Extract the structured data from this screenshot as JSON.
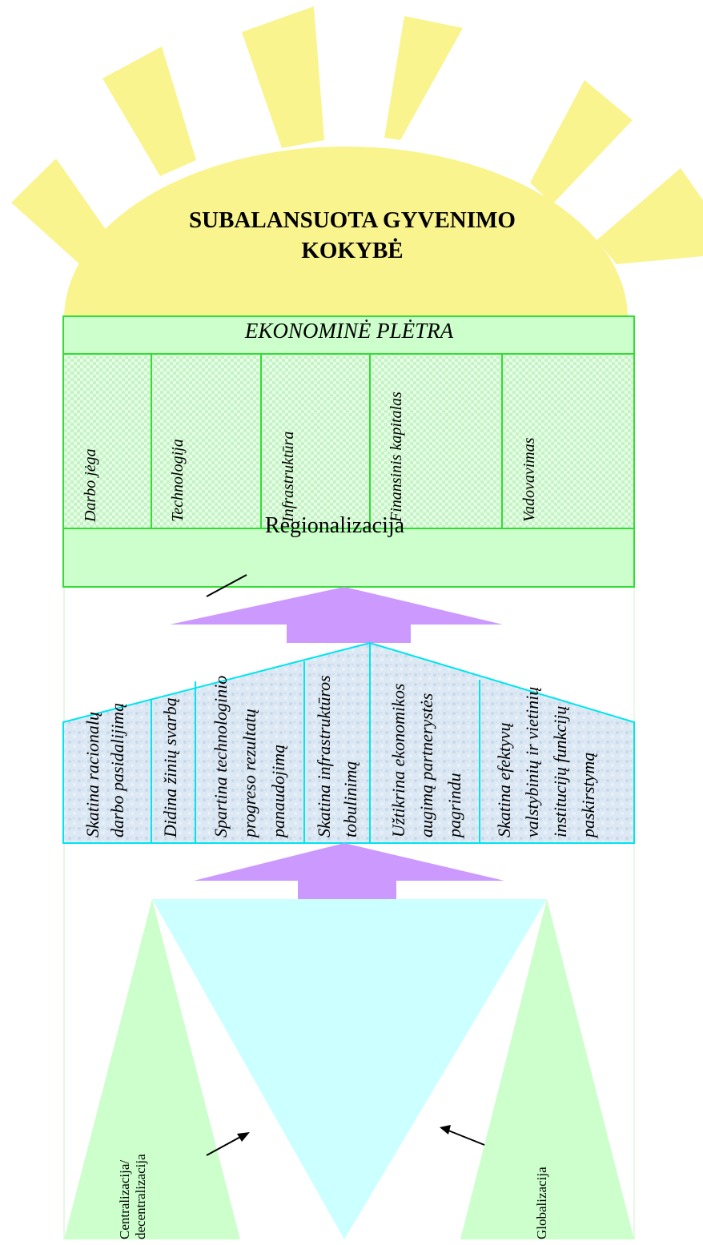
{
  "title_lines": [
    "SUBALANSUOTA GYVENIMO",
    "KOKYBĖ"
  ],
  "economic": {
    "heading": "EKONOMINĖ PLĖTRA",
    "factors": [
      "Darbo jėga",
      "Technologija",
      "Infrastruktūra",
      "Finansinis kapitalas",
      "Vadovavimas"
    ]
  },
  "effects": [
    [
      "Skatina racionalų",
      "darbo pasidalijimą"
    ],
    [
      "Didina žinių svarbą"
    ],
    [
      "Spartina technologinio",
      "progreso rezultatų",
      "panaudojimą"
    ],
    [
      "Skatina infrastruktūros",
      "tobulinimą"
    ],
    [
      "Užtikrina ekonomikos",
      "augimą partnerystės",
      "pagrindu"
    ],
    [
      "Skatina efektyvų",
      "valstybinių ir vietinių",
      "institucijų funkcijų",
      "paskirstymą"
    ]
  ],
  "center_label": "Regionalizacija",
  "left_label_lines": [
    "Centralizacija/",
    "decentralizacija"
  ],
  "right_label": "Globalizacija",
  "colors": {
    "sun": "#FAF48E",
    "green_fill": "#CCFFCC",
    "green_border": "#33DD33",
    "blue_fill": "#DCE8F2",
    "blue_border": "#00E5EE",
    "arrow": "#CC99FF",
    "triangle": "#CCFFFF",
    "side_triangle": "#CCFFCC"
  }
}
